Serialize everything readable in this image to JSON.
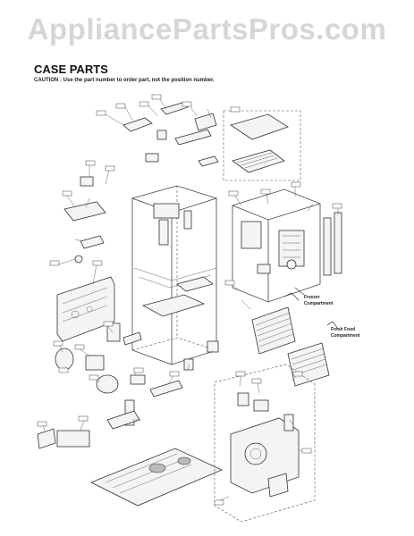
{
  "watermark": "AppliancePartsPros.com",
  "title": "CASE PARTS",
  "caution": "CAUTION : Use the part number to order part, not the position number.",
  "compartment_labels": {
    "freezer": [
      "Freezer",
      "Compartment"
    ],
    "fresh_food": [
      "Fresh Food",
      "Compartment"
    ]
  }
}
